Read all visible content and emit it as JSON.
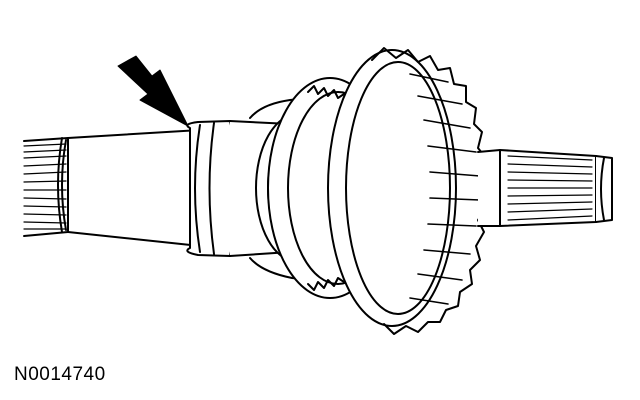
{
  "figure": {
    "reference_code": "N0014740",
    "subject": "shaft-with-gear-and-synchronizer",
    "callout": "arrow-pointing-at-shaft-shoulder"
  },
  "colors": {
    "line": "#000000",
    "background": "#ffffff"
  }
}
